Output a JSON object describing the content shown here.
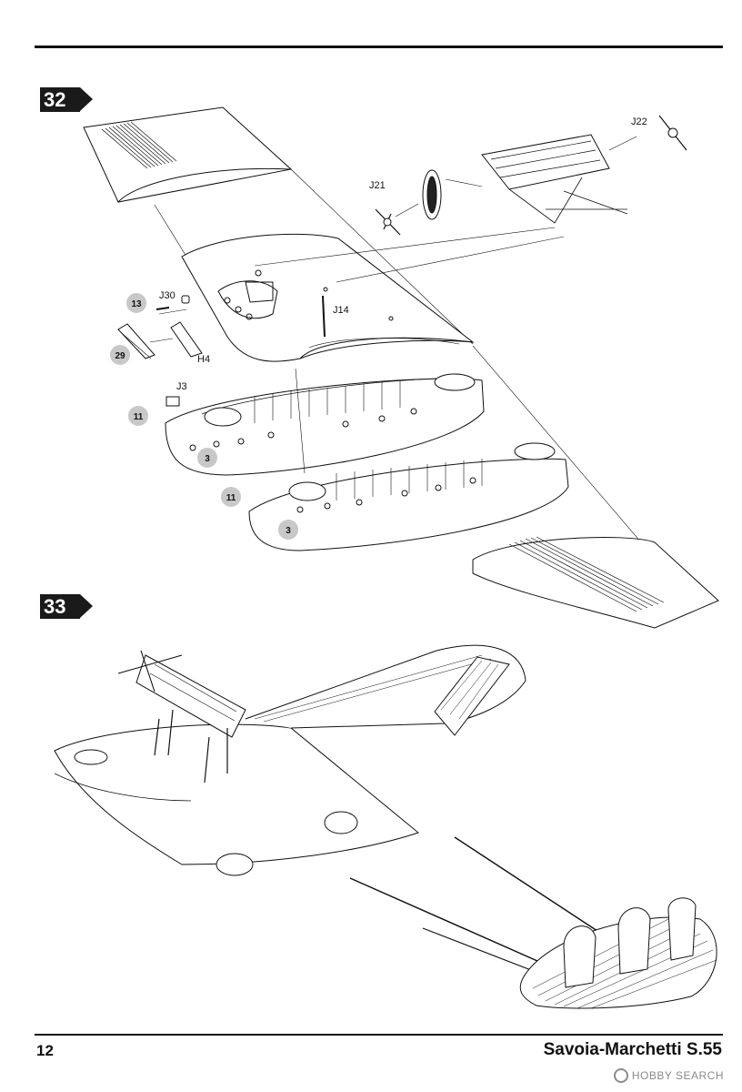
{
  "page": {
    "number": "12",
    "title": "Savoia-Marchetti S.55",
    "watermark": "HOBBY SEARCH"
  },
  "steps": [
    {
      "number": "32",
      "part_labels": [
        "J22",
        "J21",
        "J30",
        "J14",
        "H4",
        "J3"
      ],
      "ref_numbers": [
        "13",
        "29",
        "11",
        "3",
        "11",
        "3"
      ]
    },
    {
      "number": "33"
    }
  ],
  "colors": {
    "line": "#111111",
    "circle_fill": "#c8c8c8",
    "tab": "#1a1a1a"
  }
}
